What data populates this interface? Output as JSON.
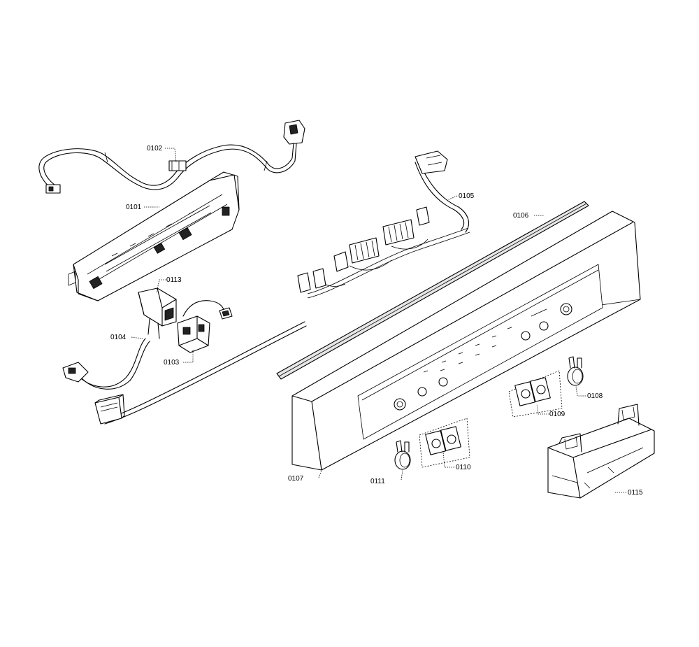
{
  "labels": {
    "p0101": "0101",
    "p0102": "0102",
    "p0103": "0103",
    "p0104": "0104",
    "p0105": "0105",
    "p0106": "0106",
    "p0107": "0107",
    "p0108": "0108",
    "p0109": "0109",
    "p0110": "0110",
    "p0111": "0111",
    "p0113": "0113",
    "p0115": "0115"
  }
}
